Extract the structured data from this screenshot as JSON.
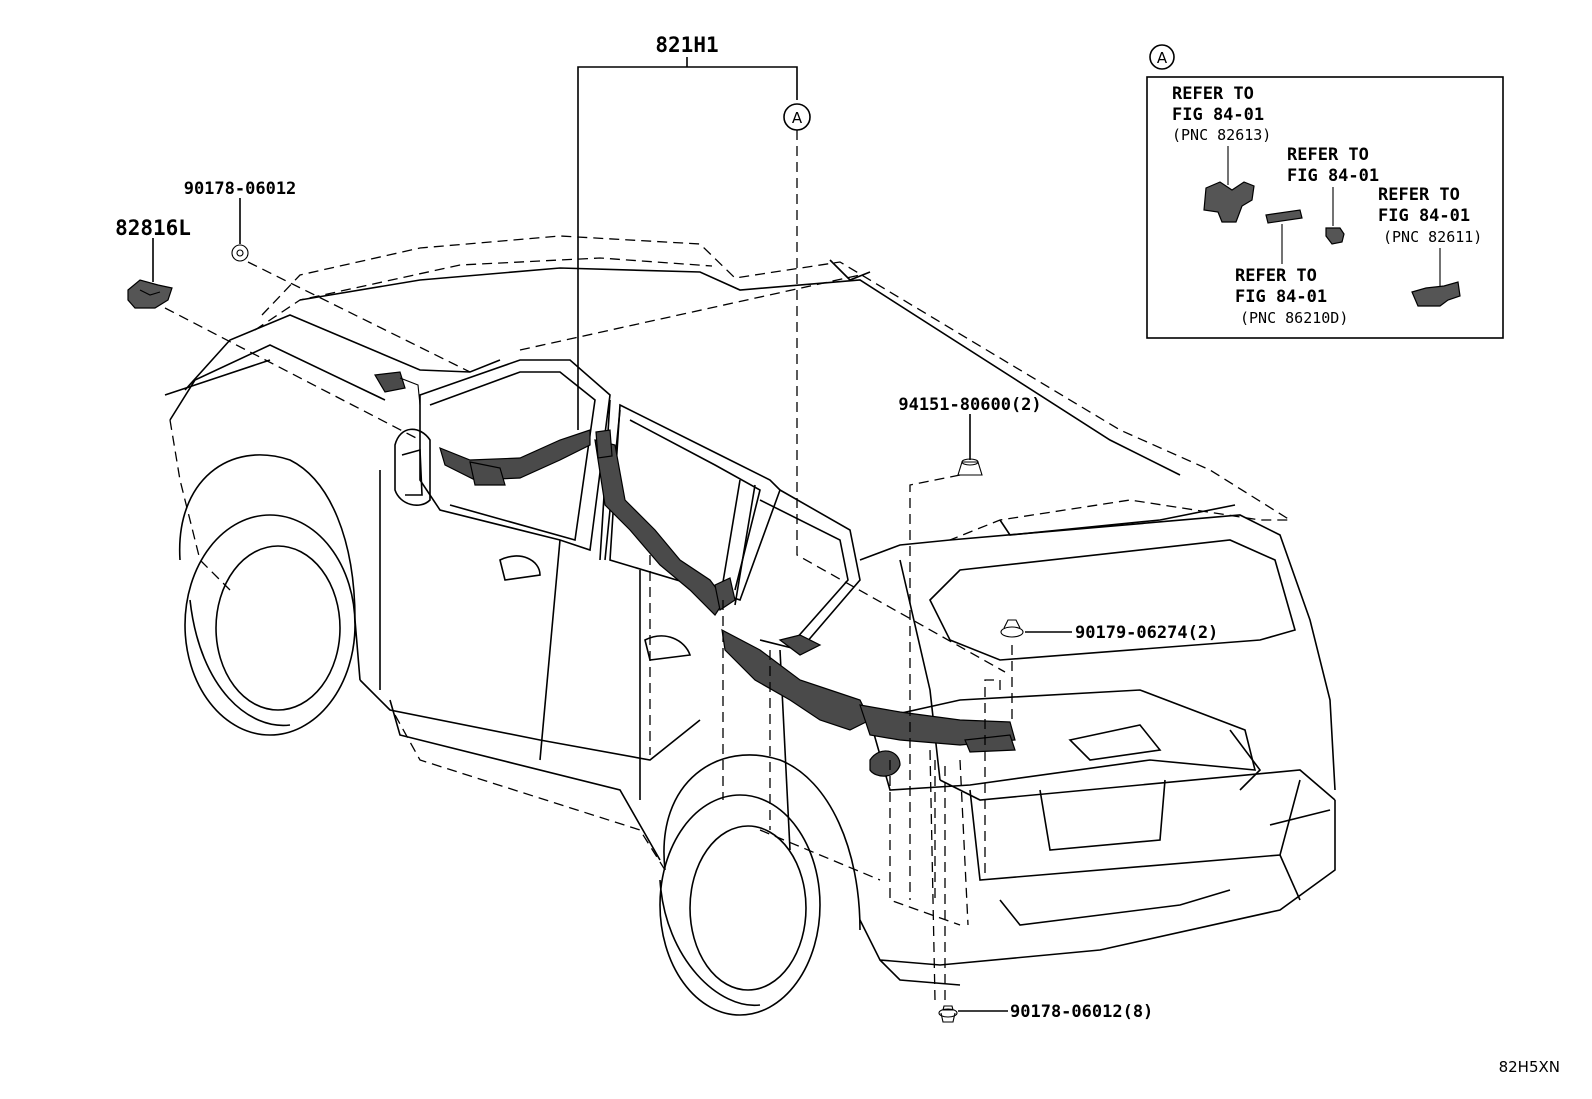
{
  "main_harness": {
    "part_no": "821H1",
    "ref_marker": "A"
  },
  "parts": {
    "p82816l": "82816L",
    "p90178_06012": "90178-06012",
    "p94151": "94151-80600(2)",
    "p90179": "90179-06274(2)",
    "p90178_8": "90178-06012(8)"
  },
  "inset": {
    "marker": "A",
    "refs": [
      {
        "l1": "REFER TO",
        "l2": "FIG 84-01",
        "pnc": "(PNC 82613)"
      },
      {
        "l1": "REFER TO",
        "l2": "FIG 84-01"
      },
      {
        "l1": "REFER TO",
        "l2": "FIG 84-01",
        "pnc": "(PNC 82611)"
      },
      {
        "l1": "REFER TO",
        "l2": "FIG 84-01",
        "pnc": "(PNC 86210D)"
      }
    ]
  },
  "footer_code": "82H5XN"
}
